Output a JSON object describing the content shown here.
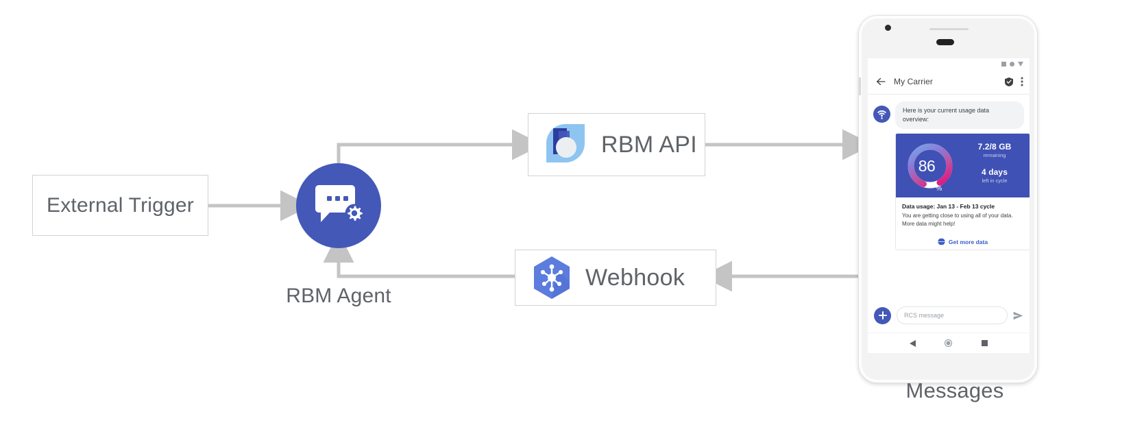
{
  "diagram": {
    "title": "RBM Agent message flow",
    "nodes": {
      "external_trigger": {
        "label": "External Trigger"
      },
      "rbm_agent": {
        "label": "RBM Agent",
        "icon": "chat-gear-icon"
      },
      "rbm_api": {
        "label": "RBM API",
        "icon": "rbm-api-icon"
      },
      "webhook": {
        "label": "Webhook",
        "icon": "cloud-functions-hexagon-icon"
      },
      "messages": {
        "label": "Messages"
      }
    },
    "colors": {
      "agent_blue": "#4458b8",
      "card_blue": "#3f51b5",
      "webhook_blue": "#5c7cde",
      "rbm_api_light": "#90c5ee",
      "rbm_api_dark": "#2c3da0",
      "connector_grey": "#c4c4c4",
      "text_grey": "#5f6368",
      "link_blue": "#3b5ccc"
    }
  },
  "phone": {
    "status_bar": {
      "icons": [
        "square-icon",
        "circle-icon",
        "triangle-down-icon"
      ]
    },
    "app_bar": {
      "back_icon": "back-arrow-icon",
      "title": "My Carrier",
      "verified_icon": "verified-shield-icon",
      "overflow_icon": "more-vert-icon"
    },
    "conversation": {
      "avatar_icon": "signal-tower-icon",
      "incoming_message": "Here is your current usage data overview:",
      "rich_card": {
        "gauge": {
          "value": "86",
          "unit": "%",
          "percent": 86
        },
        "stats": [
          {
            "value": "7.2/8 GB",
            "caption": "remaining"
          },
          {
            "value": "4 days",
            "caption": "left in cycle"
          }
        ],
        "heading": "Data usage: Jan 13 - Feb 13 cycle",
        "body": "You are getting close to using all of your data. More data might help!",
        "action": {
          "icon": "globe-icon",
          "label": "Get more data"
        }
      }
    },
    "composer": {
      "add_icon": "plus-icon",
      "placeholder": "RCS message",
      "send_icon": "send-icon"
    },
    "nav_bar": {
      "back_icon": "nav-back-triangle-icon",
      "home_icon": "nav-home-circle-icon",
      "recents_icon": "nav-recents-square-icon"
    }
  }
}
